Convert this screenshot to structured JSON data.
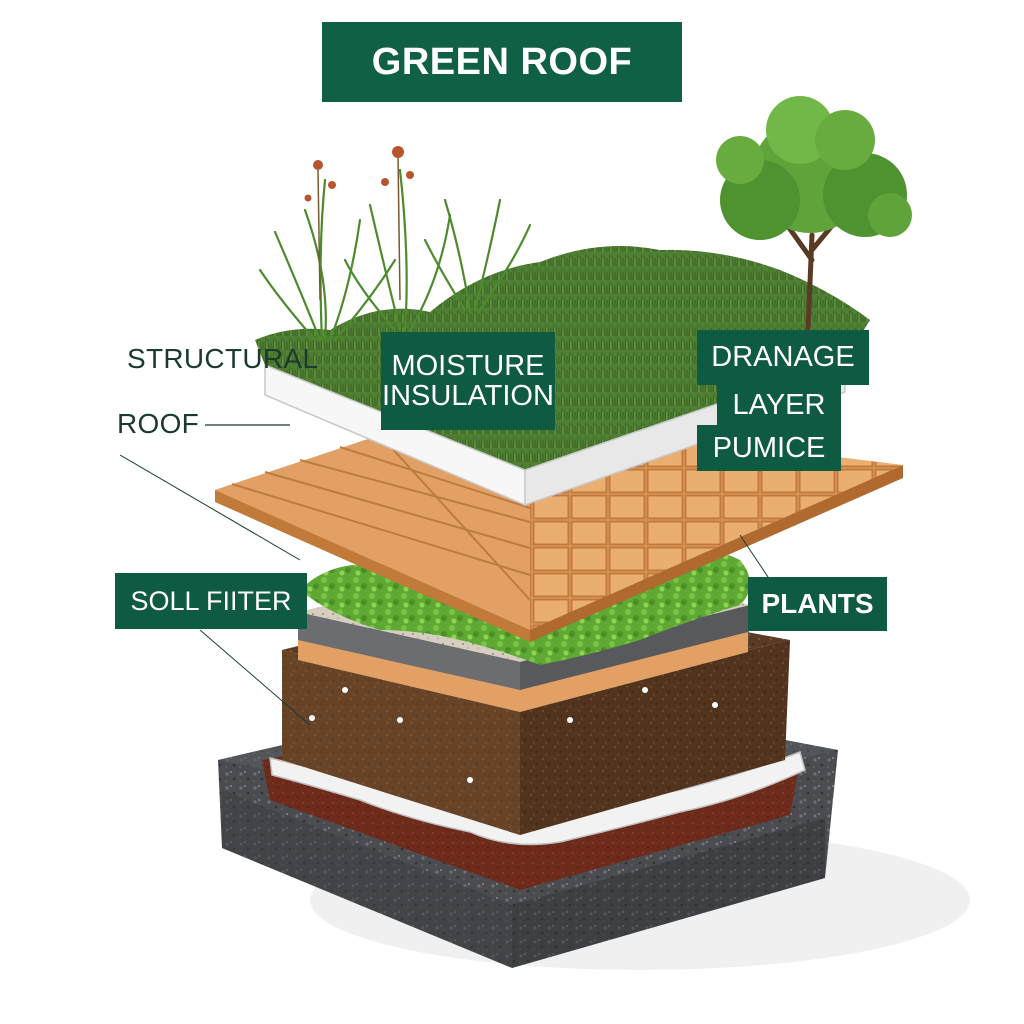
{
  "title": "GREEN ROOF",
  "labels": {
    "structural": "STRUCTURAL",
    "roof": "ROOF",
    "moisture_line1": "MOISTURE",
    "moisture_line2": "INSULATION",
    "drainage_line1": "DRANAGE",
    "drainage_line2": "LAYER",
    "pumice": "PUMICE",
    "soil_filter": "SOLL FIITER",
    "plants": "PLANTS"
  },
  "colors": {
    "label_green": "#0f5a42",
    "title_green": "#106045",
    "text_dark": "#1c3a2e"
  }
}
